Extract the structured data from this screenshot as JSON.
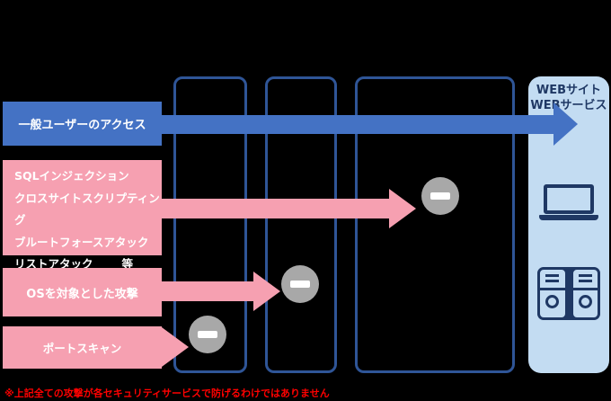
{
  "colors": {
    "background": "#000000",
    "blue": "#4472C4",
    "column_border": "#2F5597",
    "panel_bg": "#C3DCF2",
    "navy": "#1F3864",
    "pink": "#F6A0B1",
    "gray": "#A8A8A8",
    "note_red": "#FF0000"
  },
  "flow": {
    "label": "一般ユーザーのアクセス"
  },
  "attacks": [
    {
      "lines": [
        "SQLインジェクション",
        "クロスサイトスクリプティング",
        "ブルートフォースアタック",
        "リストアタック"
      ],
      "etc": "等"
    },
    {
      "label": "OSを対象とした攻撃"
    },
    {
      "label": "ポートスキャン"
    }
  ],
  "destination": {
    "line1": "WEBサイト",
    "line2": "WEBサービス"
  },
  "note": "※上記全ての攻撃が各セキュリティサービスで防げるわけではありません"
}
